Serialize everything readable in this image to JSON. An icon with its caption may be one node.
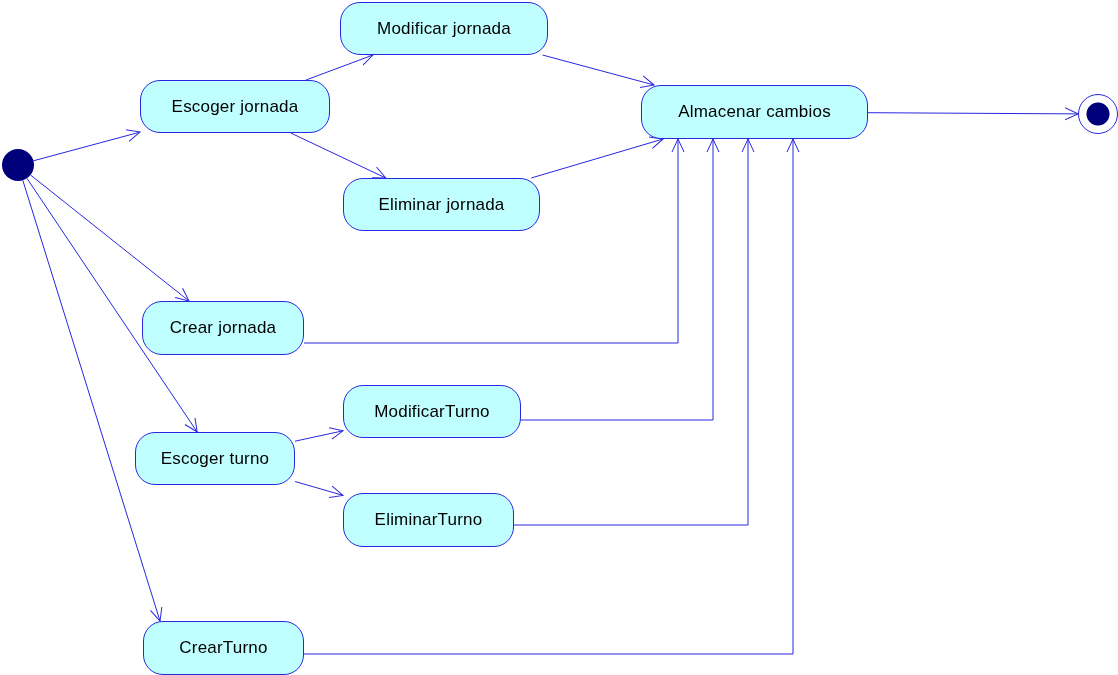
{
  "diagram": {
    "nodes": [
      {
        "text": [],
        "shape": "circle"
      },
      {
        "text": [
          "Escoger jornada"
        ]
      },
      {
        "text": [
          "Modificar jornada"
        ]
      },
      {
        "text": [
          "Eliminar jornada"
        ]
      },
      {
        "text": [
          "Almacenar cambios"
        ]
      },
      {
        "text": [],
        "shape": "circle"
      },
      {
        "text": [
          "Crear jornada"
        ]
      },
      {
        "text": [
          "Escoger turno"
        ]
      },
      {
        "text": [
          "ModificarTurno"
        ]
      },
      {
        "text": [
          "EliminarTurno"
        ]
      },
      {
        "text": [
          "CrearTurno"
        ]
      }
    ],
    "edges": [
      {
        "from": 0,
        "to": 1,
        "arrow": "to"
      },
      {
        "from": 1,
        "to": 2,
        "arrow": "to"
      },
      {
        "from": 1,
        "to": 3,
        "arrow": "to"
      },
      {
        "from": 2,
        "to": 4,
        "arrow": "to"
      },
      {
        "from": 3,
        "to": 4,
        "arrow": "to"
      },
      {
        "from": 4,
        "to": 5,
        "arrow": "to"
      },
      {
        "from": 0,
        "to": 6,
        "arrow": "to"
      },
      {
        "from": 0,
        "to": 7,
        "arrow": "to"
      },
      {
        "from": 7,
        "to": 8,
        "arrow": "to"
      },
      {
        "from": 7,
        "to": 9,
        "arrow": "to"
      },
      {
        "from": 0,
        "to": 10,
        "arrow": "to"
      },
      {
        "from": 6,
        "to": 4,
        "arrow": "to"
      },
      {
        "from": 8,
        "to": 4,
        "arrow": "to"
      },
      {
        "from": 9,
        "to": 4,
        "arrow": "to"
      },
      {
        "from": 10,
        "to": 4,
        "arrow": "to"
      }
    ]
  }
}
